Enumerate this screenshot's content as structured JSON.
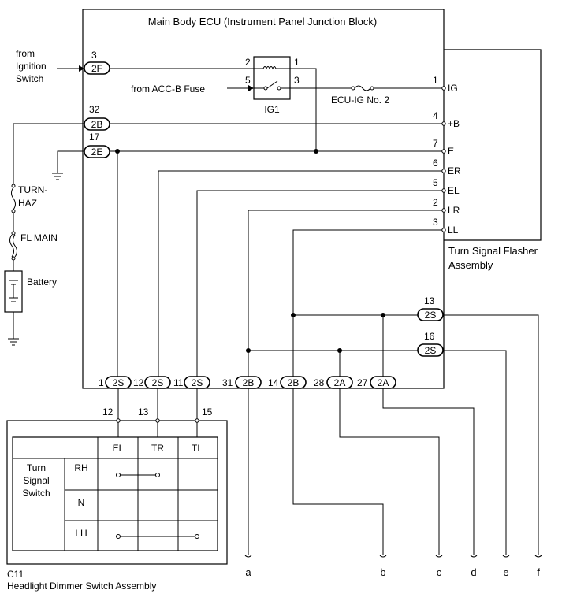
{
  "ecu": {
    "title": "Main Body ECU (Instrument Panel Junction Block)",
    "relay_name": "IG1",
    "relay_pins": [
      "2",
      "1",
      "5",
      "3"
    ],
    "fuse_label": "ECU-IG No. 2",
    "from_ignition": [
      "from",
      "Ignition",
      "Switch"
    ],
    "from_acc": "from ACC-B Fuse"
  },
  "left_connectors": [
    {
      "pin": "3",
      "conn": "2F"
    },
    {
      "pin": "32",
      "conn": "2B"
    },
    {
      "pin": "17",
      "conn": "2E"
    }
  ],
  "flasher": {
    "terminals": [
      {
        "pin": "1",
        "name": "IG"
      },
      {
        "pin": "4",
        "name": "+B"
      },
      {
        "pin": "7",
        "name": "E"
      },
      {
        "pin": "6",
        "name": "ER"
      },
      {
        "pin": "5",
        "name": "EL"
      },
      {
        "pin": "2",
        "name": "LR"
      },
      {
        "pin": "3",
        "name": "LL"
      }
    ],
    "label": [
      "Turn Signal Flasher",
      "Assembly"
    ]
  },
  "right_connectors": [
    {
      "pin": "13",
      "conn": "2S"
    },
    {
      "pin": "16",
      "conn": "2S"
    }
  ],
  "bottom_connectors": [
    {
      "pin": "1",
      "conn": "2S"
    },
    {
      "pin": "12",
      "conn": "2S"
    },
    {
      "pin": "11",
      "conn": "2S"
    },
    {
      "pin": "31",
      "conn": "2B"
    },
    {
      "pin": "14",
      "conn": "2B"
    },
    {
      "pin": "28",
      "conn": "2A"
    },
    {
      "pin": "27",
      "conn": "2A"
    }
  ],
  "power": {
    "fuse1": [
      "TURN-",
      "HAZ"
    ],
    "fuse2": "FL MAIN",
    "battery": "Battery"
  },
  "switch": {
    "code": "C11",
    "name": "Headlight Dimmer Switch Assembly",
    "pins": [
      "12",
      "13",
      "15"
    ],
    "columns": [
      "EL",
      "TR",
      "TL"
    ],
    "rows": [
      "RH",
      "N",
      "LH"
    ],
    "label": [
      "Turn",
      "Signal",
      "Switch"
    ]
  },
  "outputs": [
    "a",
    "b",
    "c",
    "d",
    "e",
    "f"
  ]
}
